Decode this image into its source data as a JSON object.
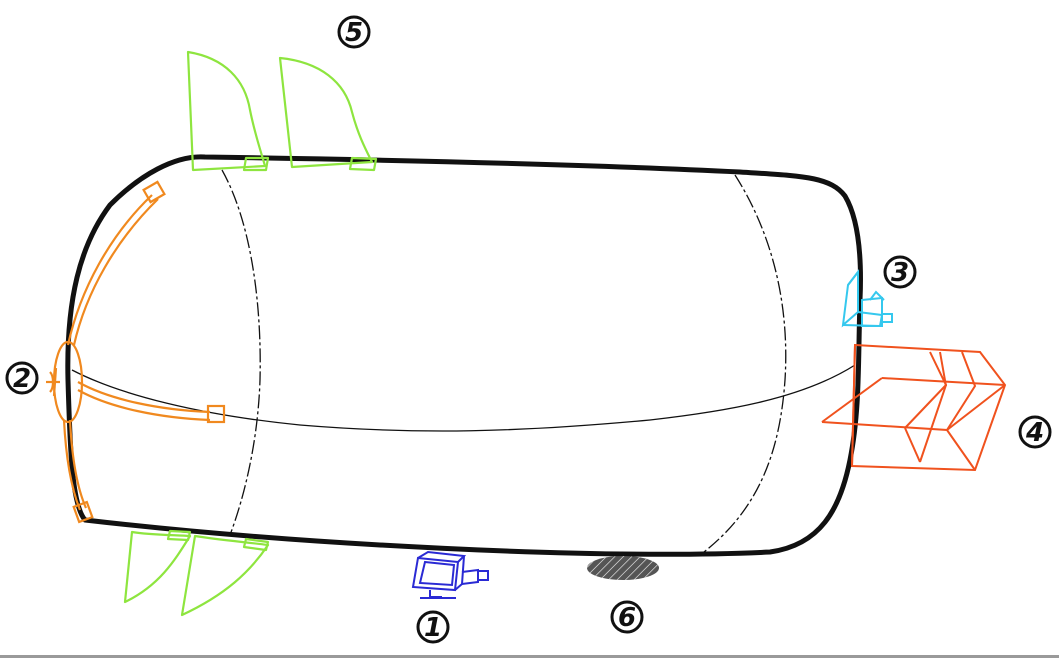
{
  "colors": {
    "hull": "#111111",
    "fins": "#8ee53f",
    "harness": "#f0891f",
    "sensor_top": "#35c8ee",
    "box_cage": "#f0521e",
    "gondola": "#2a2ad4",
    "pad": "#555555",
    "label": "#111111"
  },
  "labels": [
    {
      "id": "1",
      "text": "1"
    },
    {
      "id": "2",
      "text": "2"
    },
    {
      "id": "3",
      "text": "3"
    },
    {
      "id": "4",
      "text": "4"
    },
    {
      "id": "5",
      "text": "5"
    },
    {
      "id": "6",
      "text": "6"
    }
  ],
  "icons": {
    "fins": "fin-icon",
    "propeller": "propeller-icon",
    "camera": "camera-icon",
    "sensor": "sensor-icon",
    "cage": "cage-icon",
    "pad": "pad-icon"
  }
}
